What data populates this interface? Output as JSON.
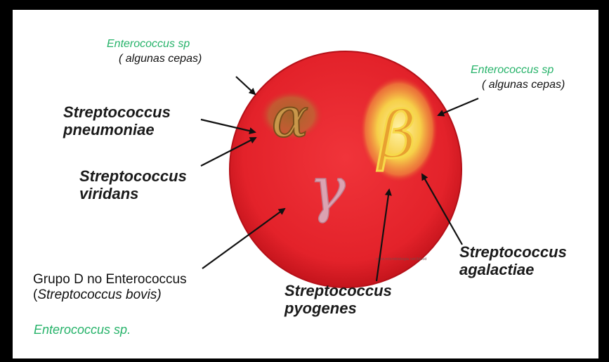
{
  "plate": {
    "alpha_symbol": "α",
    "beta_symbol": "β",
    "gamma_symbol": "γ",
    "watermark": "www.microbiologia.net/blood"
  },
  "labels": {
    "enterococcus_top_left": "Enterococcus sp",
    "cepas_top_left": "( algunas  cepas)",
    "enterococcus_top_right": "Enterococcus sp",
    "cepas_top_right": "( algunas  cepas)",
    "strep_pneumoniae_line1": "Streptococcus",
    "strep_pneumoniae_line2": "pneumoniae",
    "strep_viridans_line1": "Streptococcus",
    "strep_viridans_line2": "viridans",
    "grupo_d_line1": "Grupo D  no Enterococcus",
    "grupo_d_line2_prefix": "(",
    "grupo_d_line2_species": "Streptococcus bovis)",
    "enterococcus_bottom": "Enterococcus sp.",
    "strep_pyogenes_line1": "Streptococcus",
    "strep_pyogenes_line2": "pyogenes",
    "strep_agalactiae_line1": "Streptococcus",
    "strep_agalactiae_line2": "agalactiae"
  },
  "colors": {
    "agar": "#e8232b",
    "agar_edge": "#c4141c",
    "alpha_colony": "#b8863c",
    "beta_glow": "#f7d94a",
    "beta_core": "#e39a2c",
    "gamma_colony": "#d9b8c8",
    "arrow": "#111111",
    "green_text": "#27b36a"
  }
}
